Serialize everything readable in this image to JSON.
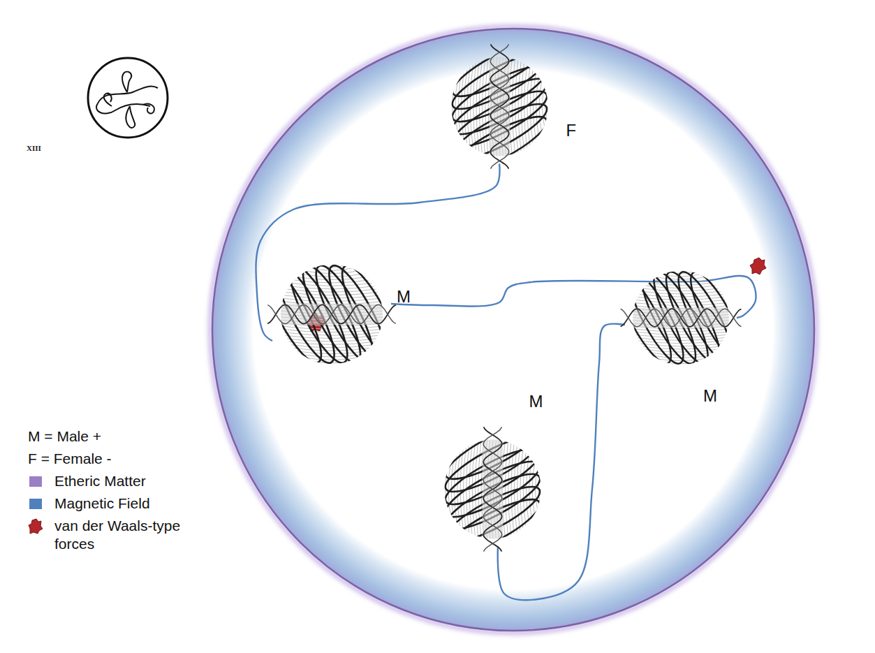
{
  "diagram": {
    "nodes": [
      {
        "text": [
          "F"
        ]
      },
      {
        "text": [
          "M"
        ]
      },
      {
        "text": [
          "M"
        ]
      },
      {
        "text": [
          "M"
        ]
      }
    ],
    "edges": [
      {
        "from": 0,
        "to": 1,
        "arrow": "none"
      },
      {
        "from": 1,
        "to": 2,
        "arrow": "none"
      },
      {
        "from": 2,
        "to": 3,
        "arrow": "none"
      }
    ],
    "labels": [
      "XIII"
    ],
    "legend": [
      {
        "text": "M = Male +"
      },
      {
        "text": "F = Female -"
      },
      {
        "text": "Etheric Matter",
        "color": "#9b7fc4"
      },
      {
        "text": "Magnetic Field",
        "color": "#4f81bd"
      },
      {
        "text": "van der Waals-type forces"
      }
    ]
  }
}
